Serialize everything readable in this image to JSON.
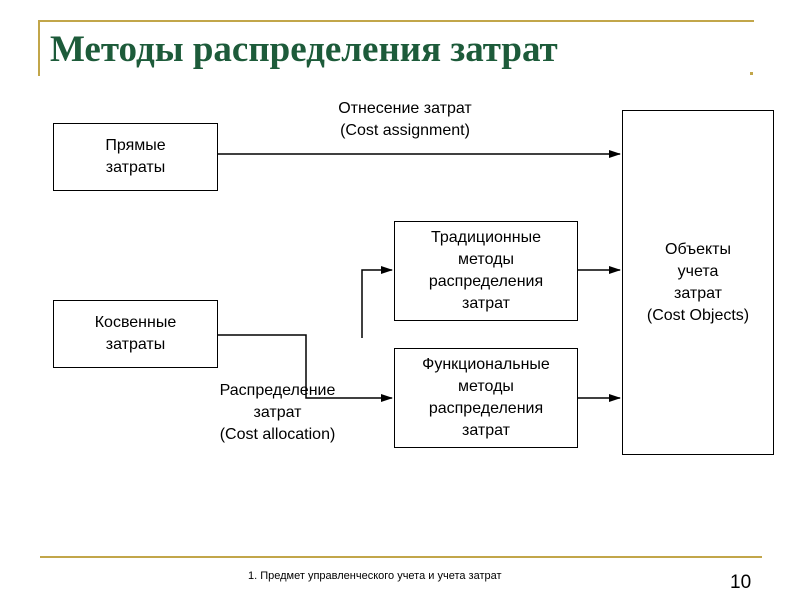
{
  "title": "Методы распределения затрат",
  "boxes": {
    "direct": "Прямые\nзатраты",
    "indirect": "Косвенные\nзатраты",
    "traditional": "Традиционные\nметоды\nраспределения\nзатрат",
    "functional": "Функциональные\nметоды\nраспределения\nзатрат",
    "objects": "Объекты\nучета\nзатрат\n(Cost Objects)"
  },
  "labels": {
    "assignment": "Отнесение затрат\n(Cost assignment)",
    "allocation": "Распределение\nзатрат\n(Cost allocation)"
  },
  "footer": {
    "text": "1. Предмет управленческого учета и учета затрат",
    "page": "10"
  }
}
